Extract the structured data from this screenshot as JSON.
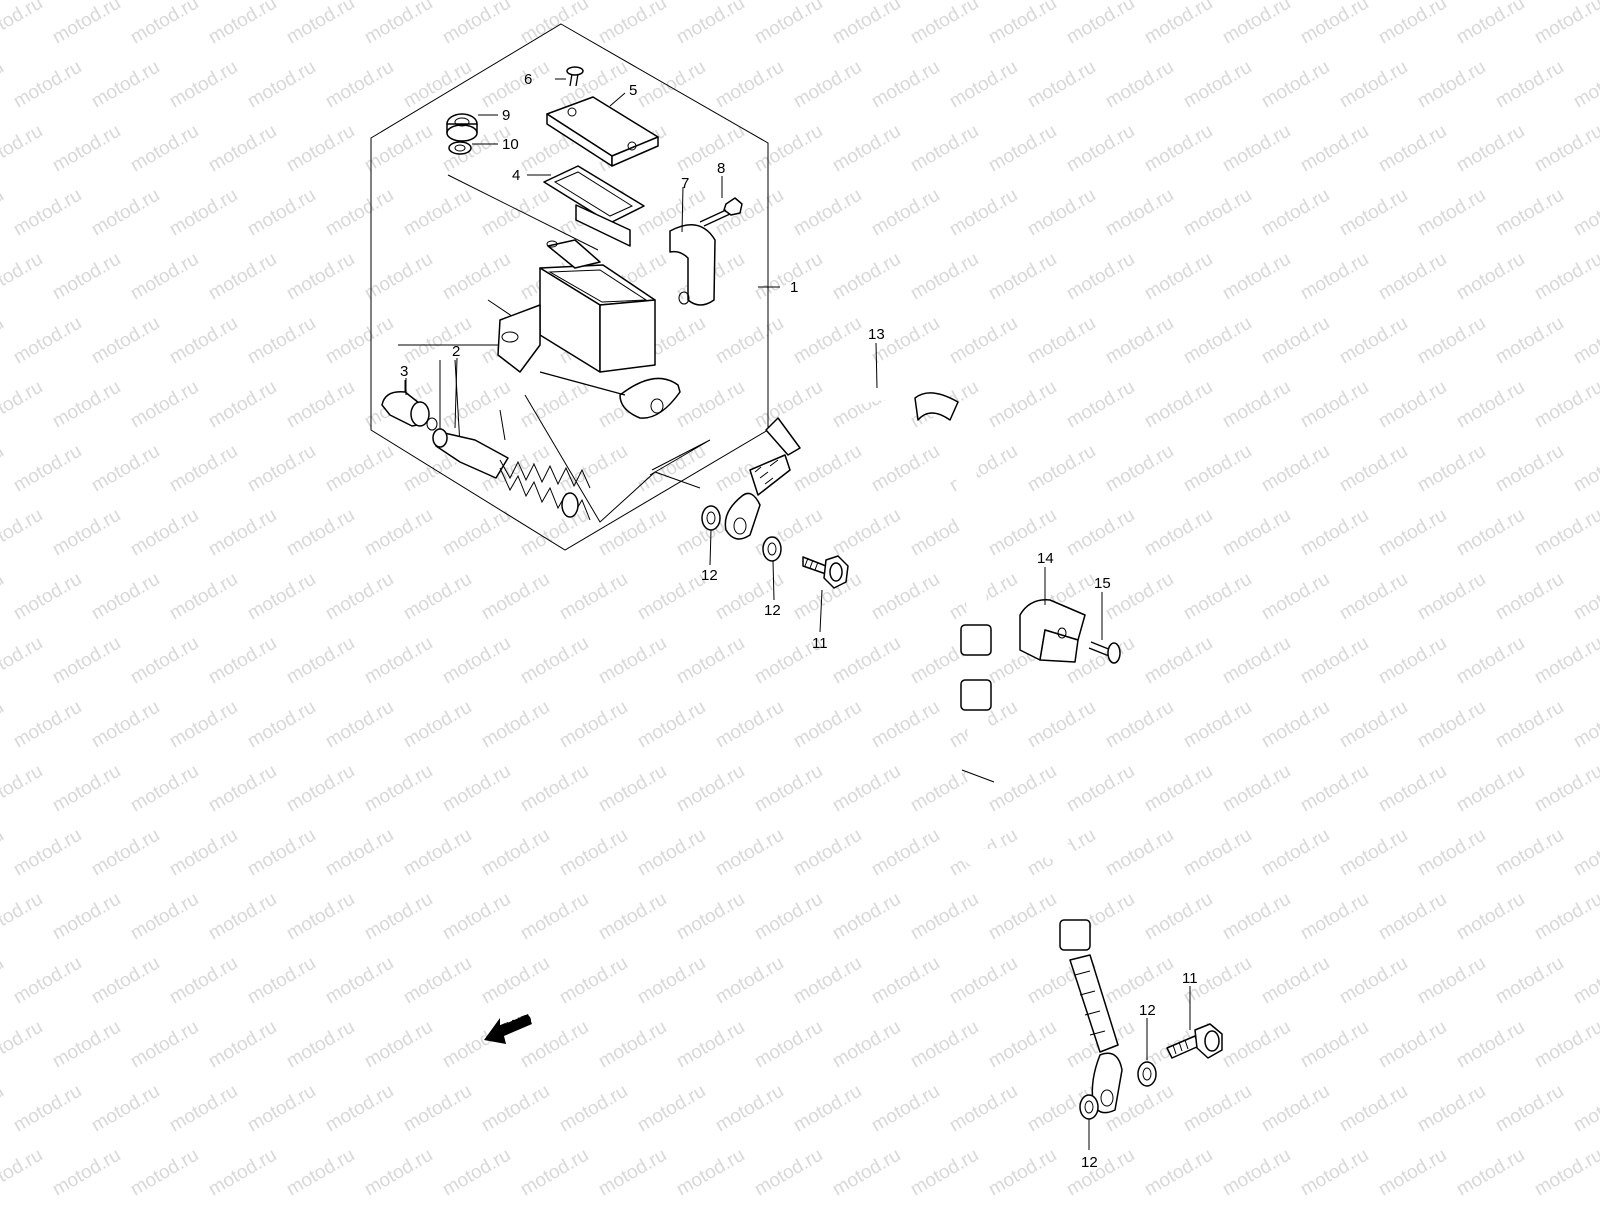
{
  "watermark": {
    "text": "motod.ru"
  },
  "callouts": [
    {
      "id": "c1",
      "label": "1"
    },
    {
      "id": "c2",
      "label": "2"
    },
    {
      "id": "c3",
      "label": "3"
    },
    {
      "id": "c4",
      "label": "4"
    },
    {
      "id": "c5",
      "label": "5"
    },
    {
      "id": "c6",
      "label": "6"
    },
    {
      "id": "c7",
      "label": "7"
    },
    {
      "id": "c8",
      "label": "8"
    },
    {
      "id": "c9",
      "label": "9"
    },
    {
      "id": "c10",
      "label": "10"
    },
    {
      "id": "c11a",
      "label": "11"
    },
    {
      "id": "c11b",
      "label": "11"
    },
    {
      "id": "c12a",
      "label": "12"
    },
    {
      "id": "c12b",
      "label": "12"
    },
    {
      "id": "c12c",
      "label": "12"
    },
    {
      "id": "c12d",
      "label": "12"
    },
    {
      "id": "c13",
      "label": "13"
    },
    {
      "id": "c14",
      "label": "14"
    },
    {
      "id": "c15",
      "label": "15"
    }
  ],
  "fwd_arrow": {
    "label": "FWD"
  }
}
